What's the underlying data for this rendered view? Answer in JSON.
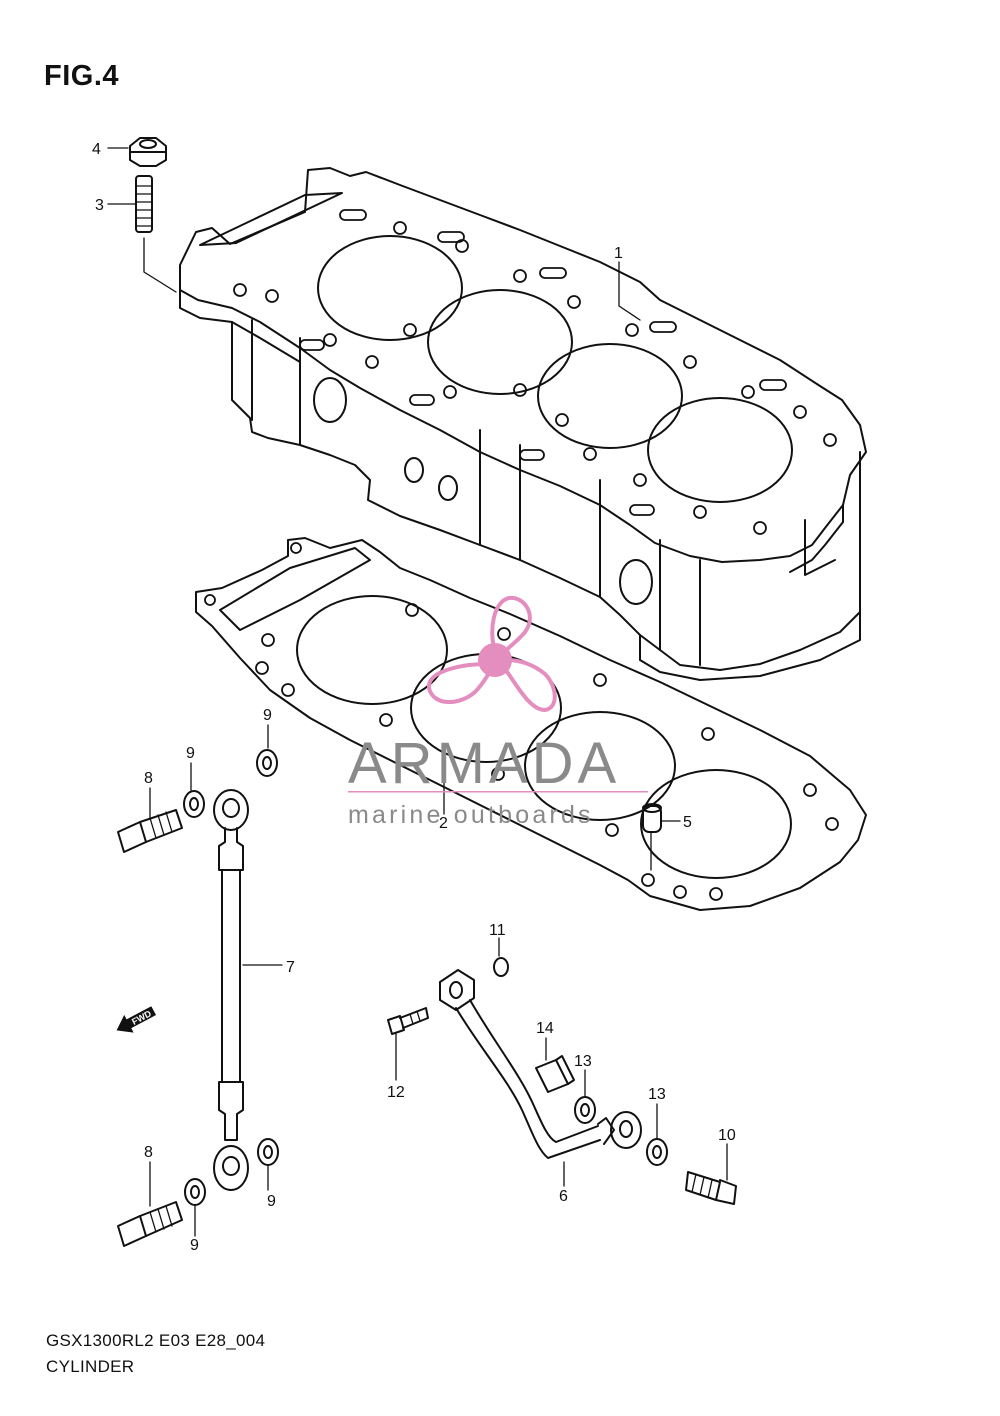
{
  "figure": {
    "title": "FIG.4",
    "model_code": "GSX1300RL2 E03 E28_004",
    "section_name": "CYLINDER"
  },
  "callouts": [
    {
      "id": "callout-1",
      "text": "1"
    },
    {
      "id": "callout-2",
      "text": "2"
    },
    {
      "id": "callout-3",
      "text": "3"
    },
    {
      "id": "callout-4",
      "text": "4"
    },
    {
      "id": "callout-5",
      "text": "5"
    },
    {
      "id": "callout-6",
      "text": "6"
    },
    {
      "id": "callout-7",
      "text": "7"
    },
    {
      "id": "callout-8a",
      "text": "8"
    },
    {
      "id": "callout-8b",
      "text": "8"
    },
    {
      "id": "callout-9a",
      "text": "9"
    },
    {
      "id": "callout-9b",
      "text": "9"
    },
    {
      "id": "callout-9c",
      "text": "9"
    },
    {
      "id": "callout-9d",
      "text": "9"
    },
    {
      "id": "callout-10",
      "text": "10"
    },
    {
      "id": "callout-11",
      "text": "11"
    },
    {
      "id": "callout-12",
      "text": "12"
    },
    {
      "id": "callout-13a",
      "text": "13"
    },
    {
      "id": "callout-13b",
      "text": "13"
    },
    {
      "id": "callout-14",
      "text": "14"
    }
  ],
  "direction_marker": {
    "text": "FWD",
    "icon": "fwd-arrow-icon"
  },
  "watermark": {
    "brand": "ARMADA",
    "tagline": "marine outboards",
    "logo_icon": "propeller-icon",
    "brand_color": "#8a8a8a",
    "logo_color": "#e48ec0"
  }
}
